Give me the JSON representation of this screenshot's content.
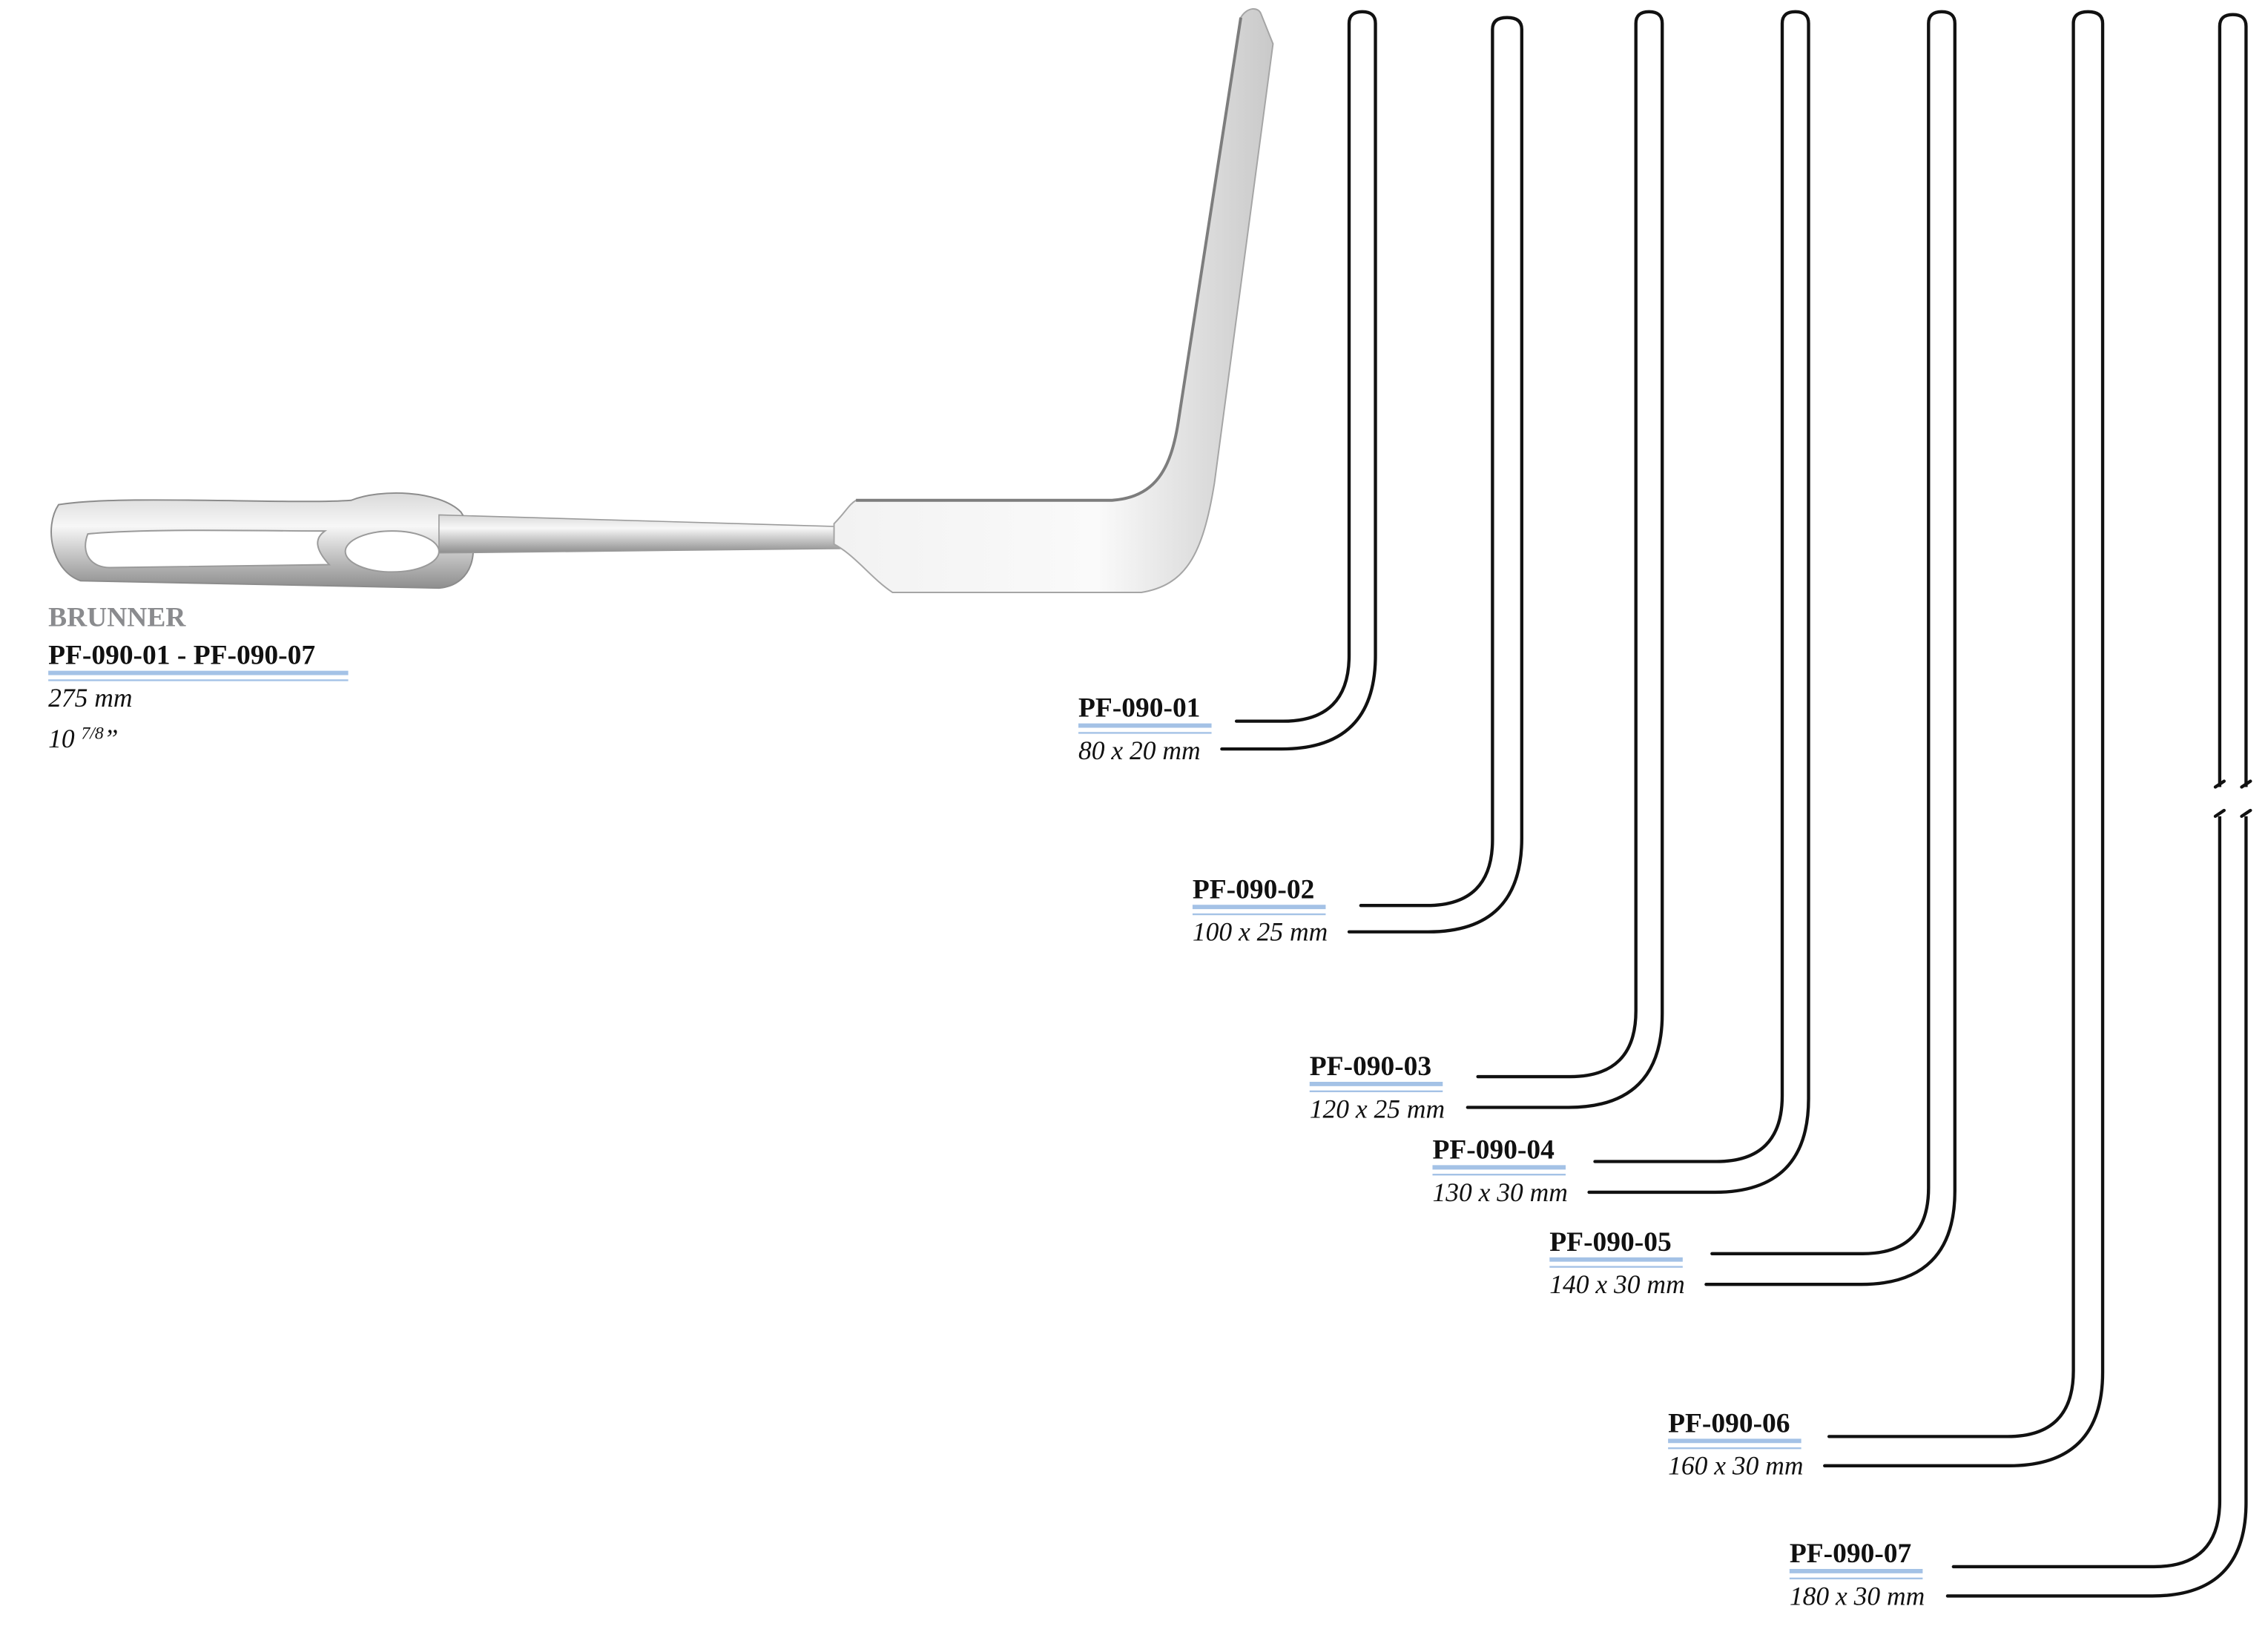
{
  "header": {
    "brand": "BRUNNER",
    "range": "PF-090-01 - PF-090-07",
    "length_mm": "275 mm",
    "length_in_whole": "10 ",
    "length_in_frac": "7/8",
    "length_in_mark": "”"
  },
  "variants": [
    {
      "code": "PF-090-01",
      "size": "80 x 20 mm"
    },
    {
      "code": "PF-090-02",
      "size": "100 x 25 mm"
    },
    {
      "code": "PF-090-03",
      "size": "120 x 25 mm"
    },
    {
      "code": "PF-090-04",
      "size": "130 x 30 mm"
    },
    {
      "code": "PF-090-05",
      "size": "140 x 30 mm"
    },
    {
      "code": "PF-090-06",
      "size": "160 x 30 mm"
    },
    {
      "code": "PF-090-07",
      "size": "180 x 30 mm"
    }
  ],
  "colors": {
    "underline": "#a4c2e6",
    "brand": "#8a8b8e"
  }
}
